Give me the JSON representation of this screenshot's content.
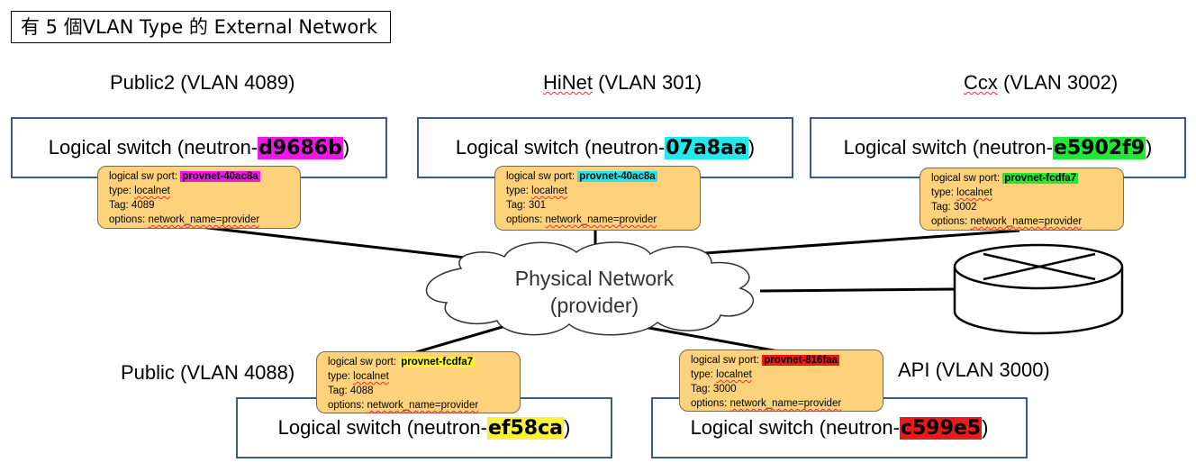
{
  "title": "有 5 個VLAN Type 的 External Network",
  "cloud": {
    "line1": "Physical Network",
    "line2": "(provider)"
  },
  "colors": {
    "magenta": "#ee16e8",
    "cyan": "#1fe9ef",
    "green": "#21e834",
    "yellow": "#f8f23a",
    "red": "#e81a1a",
    "port_fill": "#fdd27a",
    "switch_border": "#3a5a8c"
  },
  "networks": [
    {
      "label_name": "Public2",
      "label_vlan": " (VLAN 4089)",
      "switch_prefix": "Logical switch (neutron-",
      "switch_id": "d9686b",
      "switch_suffix": ")",
      "port_key": "logical sw port: ",
      "port_name": "provnet-40ac8a",
      "type_key": "type: ",
      "type_val": "localnet",
      "tag": "Tag: 4089",
      "options_key": "options: ",
      "options_val": "network_name=provider"
    },
    {
      "label_name": "HiNet",
      "label_vlan": " (VLAN 301)",
      "switch_prefix": "Logical switch (neutron-",
      "switch_id": "07a8aa",
      "switch_suffix": ")",
      "port_key": "logical sw port: ",
      "port_name": "provnet-40ac8a",
      "type_key": "type: ",
      "type_val": "localnet",
      "tag": "Tag: 301",
      "options_key": "options: ",
      "options_val": "network_name=provider"
    },
    {
      "label_name": "Ccx",
      "label_vlan": " (VLAN 3002)",
      "switch_prefix": "Logical switch (neutron-",
      "switch_id": "e5902f9",
      "switch_suffix": ")",
      "port_key": "logical sw port: ",
      "port_name": "provnet-fcdfa7",
      "type_key": "type: ",
      "type_val": "localnet",
      "tag": "Tag: 3002",
      "options_key": "options: ",
      "options_val": "network_name=provider"
    },
    {
      "label_name": "Public",
      "label_vlan": " (VLAN 4088)",
      "switch_prefix": "Logical switch (neutron-",
      "switch_id": "ef58ca",
      "switch_suffix": ")",
      "port_key": "logical sw port: ",
      "port_name": "provnet-fcdfa7",
      "type_key": "type: ",
      "type_val": "localnet",
      "tag": "Tag: 4088",
      "options_key": "options: ",
      "options_val": "network_name=provider"
    },
    {
      "label_name": "API",
      "label_vlan": " (VLAN 3000)",
      "switch_prefix": "Logical switch (neutron-",
      "switch_id": "c599e5",
      "switch_suffix": ")",
      "port_key": "logical sw port: ",
      "port_name": "provnet-816faa",
      "type_key": "type: ",
      "type_val": "localnet",
      "tag": "Tag: 3000",
      "options_key": "options: ",
      "options_val": "network_name=provider"
    }
  ]
}
